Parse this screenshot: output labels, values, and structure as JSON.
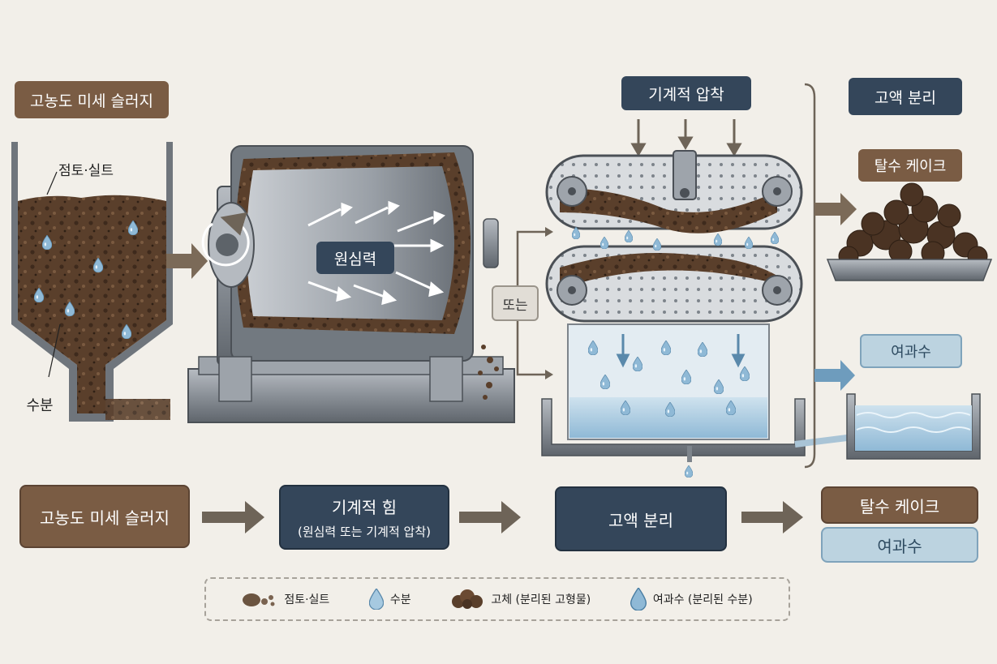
{
  "labels": {
    "sludge_tank_title": "고농도 미세 슬러지",
    "clay_silt": "점토·실트",
    "moisture": "수분",
    "centrifugal_force": "원심력",
    "or": "또는",
    "mechanical_press": "기계적 압착",
    "solid_liquid_separation": "고액 분리",
    "dewatered_cake": "탈수 케이크",
    "filtrate": "여과수"
  },
  "flow": {
    "step1": "고농도 미세 슬러지",
    "step2_title": "기계적 힘",
    "step2_sub": "(원심력 또는 기계적 압착)",
    "step3": "고액 분리",
    "out_cake": "탈수 케이크",
    "out_filtrate": "여과수"
  },
  "legend": [
    {
      "icon": "clay-particles-icon",
      "label": "점토·실트"
    },
    {
      "icon": "water-drop-icon",
      "label": "수분"
    },
    {
      "icon": "solid-lump-icon",
      "label": "고체 (분리된 고형물)"
    },
    {
      "icon": "filtrate-drop-icon",
      "label": "여과수 (분리된 수분)"
    }
  ],
  "colors": {
    "sludge": "#5a3f2b",
    "brown_label": "#7a5c44",
    "navy_label": "#34465a",
    "water": "#8fb9d6",
    "metal": "#8d939a",
    "background": "#f2efe9"
  }
}
